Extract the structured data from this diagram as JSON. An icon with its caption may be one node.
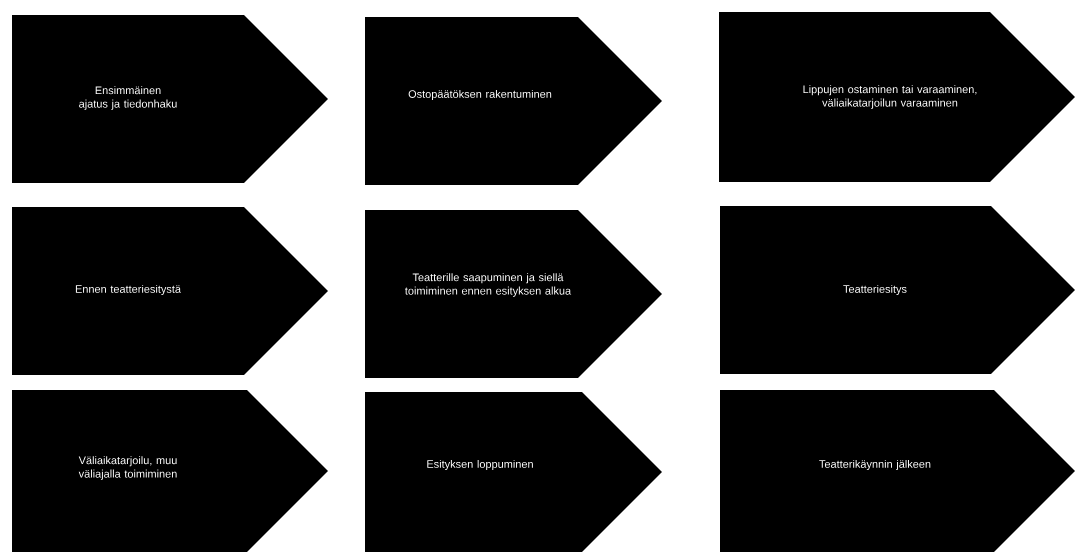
{
  "diagram": {
    "nodes": [
      {
        "text": [
          "Ensimmäinen ajatus ja tiedonhaku"
        ]
      },
      {
        "text": [
          "Ostopäätöksen rakentuminen"
        ]
      },
      {
        "text": [
          "Lippujen ostaminen tai varaaminen, väliaikatarjoilun varaaminen"
        ]
      },
      {
        "text": [
          "Ennen teatteriesitystä"
        ]
      },
      {
        "text": [
          "Teatterille saapuminen ja siellä toimiminen ennen esityksen alkua"
        ]
      },
      {
        "text": [
          "Teatteriesitys"
        ]
      },
      {
        "text": [
          "Väliaikatarjoilu, muu väliajalla toimiminen"
        ]
      },
      {
        "text": [
          "Esityksen loppuminen"
        ]
      },
      {
        "text": [
          "Teatterikäynnin jälkeen"
        ]
      }
    ]
  }
}
